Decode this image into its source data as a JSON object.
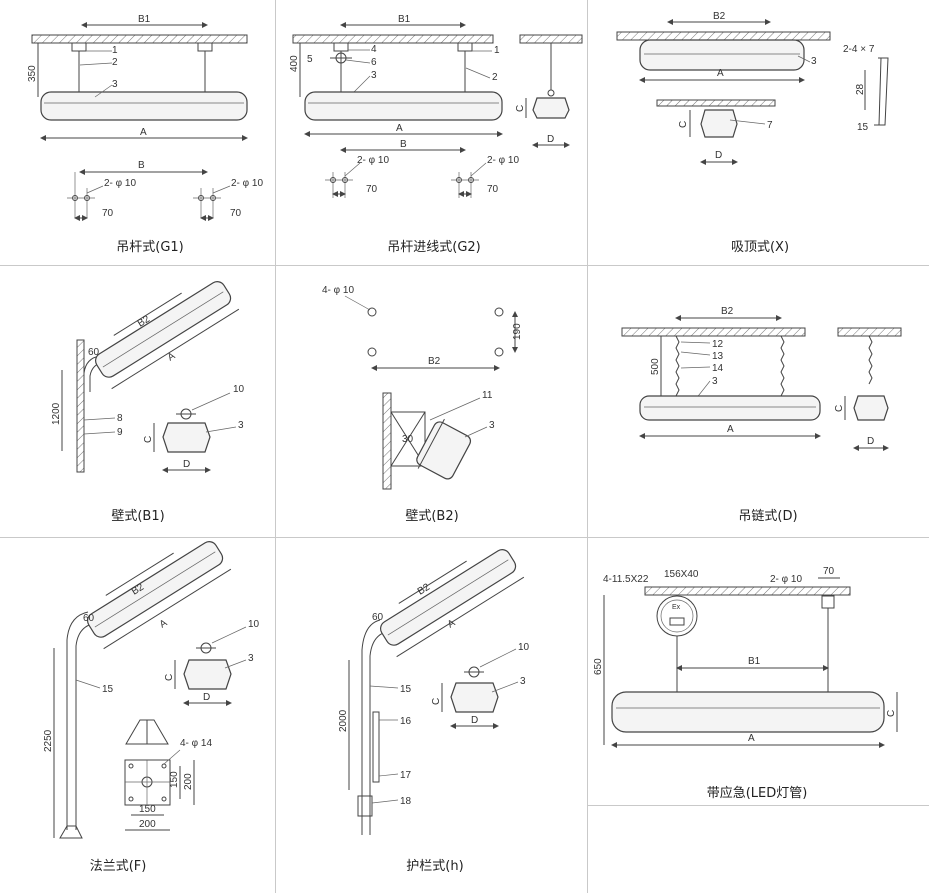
{
  "panels": [
    {
      "caption": "吊杆式(G1)",
      "labels": {
        "b1": "B1",
        "h350": "350",
        "n1": "1",
        "n2": "2",
        "n3": "3",
        "a": "A",
        "b": "B",
        "phi1": "2- φ 10",
        "phi2": "2- φ 10",
        "d70a": "70",
        "d70b": "70"
      }
    },
    {
      "caption": "吊杆进线式(G2)",
      "labels": {
        "b1": "B1",
        "h400": "400",
        "n5": "5",
        "n4": "4",
        "n6": "6",
        "n3": "3",
        "n1": "1",
        "n2": "2",
        "a": "A",
        "b": "B",
        "c": "C",
        "d": "D",
        "phi1": "2- φ 10",
        "phi2": "2- φ 10",
        "d70a": "70",
        "d70b": "70"
      }
    },
    {
      "caption": "吸顶式(X)",
      "labels": {
        "b2": "B2",
        "n3": "3",
        "a": "A",
        "c": "C",
        "d": "D",
        "n7": "7",
        "slot": "2-4 × 7",
        "d28": "28",
        "d15": "15"
      }
    },
    {
      "caption": "壁式(B1)",
      "labels": {
        "b2": "B2",
        "a": "A",
        "a60": "60",
        "h1200": "1200",
        "n8": "8",
        "n9": "9",
        "n10": "10",
        "n3": "3",
        "c": "C",
        "d": "D"
      }
    },
    {
      "caption": "壁式(B2)",
      "labels": {
        "phi": "4- φ 10",
        "d190": "190",
        "b2": "B2",
        "n11": "11",
        "n3": "3",
        "a30": "30"
      }
    },
    {
      "caption": "吊链式(D)",
      "labels": {
        "b2": "B2",
        "n12": "12",
        "n13": "13",
        "n14": "14",
        "n3": "3",
        "h500": "500",
        "a": "A",
        "c": "C",
        "d": "D"
      }
    },
    {
      "caption": "法兰式(F)",
      "labels": {
        "b2": "B2",
        "a": "A",
        "a60": "60",
        "n10": "10",
        "n3": "3",
        "c": "C",
        "d": "D",
        "n15": "15",
        "h2250": "2250",
        "phi": "4- φ 14",
        "d150v": "150",
        "d200v": "200",
        "d150h": "150",
        "d200h": "200"
      }
    },
    {
      "caption": "护栏式(h)",
      "labels": {
        "b2": "B2",
        "a": "A",
        "a60": "60",
        "n10": "10",
        "n3": "3",
        "c": "C",
        "d": "D",
        "n15": "15",
        "n16": "16",
        "n17": "17",
        "n18": "18",
        "h2000": "2000"
      }
    },
    {
      "caption": "带应急(LED灯管)",
      "labels": {
        "slot": "4-11.5X22",
        "box": "156X40",
        "phi": "2- φ 10",
        "d70": "70",
        "h650": "650",
        "b1": "B1",
        "c": "C",
        "a": "A",
        "ex": "Ex"
      }
    }
  ]
}
